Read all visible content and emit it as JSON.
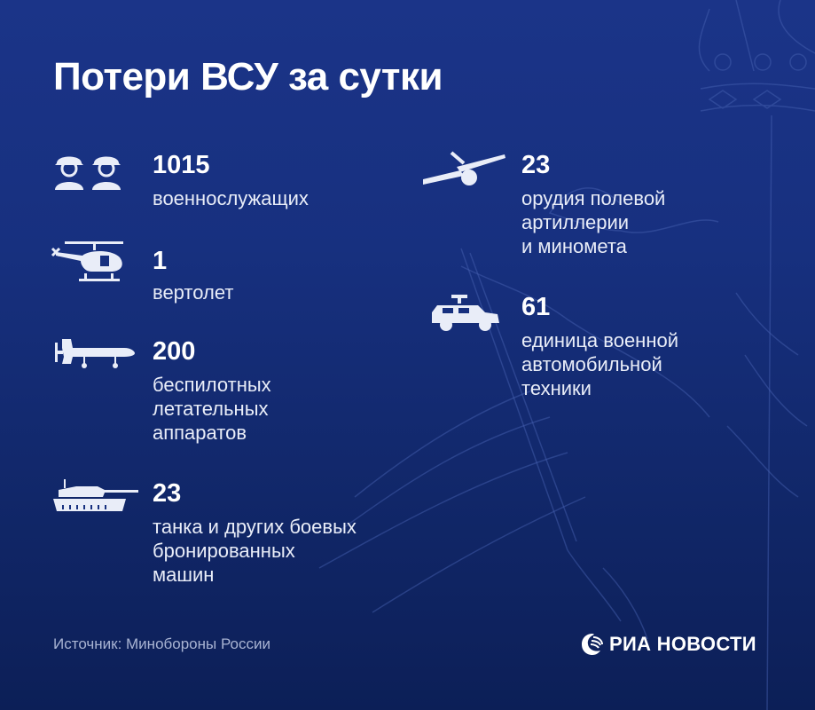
{
  "title": "Потери ВСУ за сутки",
  "colors": {
    "background_top": "#1b3488",
    "background_bottom": "#0c1f57",
    "text": "#ffffff",
    "source_text": "#a9b4d3"
  },
  "left_column": [
    {
      "icon": "soldiers-icon",
      "value": "1015",
      "label_lines": [
        "военнослужащих"
      ]
    },
    {
      "icon": "helicopter-icon",
      "value": "1",
      "label_lines": [
        "вертолет"
      ]
    },
    {
      "icon": "drone-icon",
      "value": "200",
      "label_lines": [
        "беспилотных",
        "летательных",
        "аппаратов"
      ]
    },
    {
      "icon": "tank-icon",
      "value": "23",
      "label_lines": [
        "танка и других боевых",
        "бронированных",
        "машин"
      ]
    }
  ],
  "right_column": [
    {
      "icon": "artillery-icon",
      "value": "23",
      "label_lines": [
        "орудия полевой",
        "артиллерии",
        "и миномета"
      ]
    },
    {
      "icon": "military-vehicle-icon",
      "value": "61",
      "label_lines": [
        "единица военной",
        "автомобильной",
        "техники"
      ]
    }
  ],
  "footer": {
    "source": "Источник: Минобороны России",
    "logo_text": "РИА НОВОСТИ"
  }
}
